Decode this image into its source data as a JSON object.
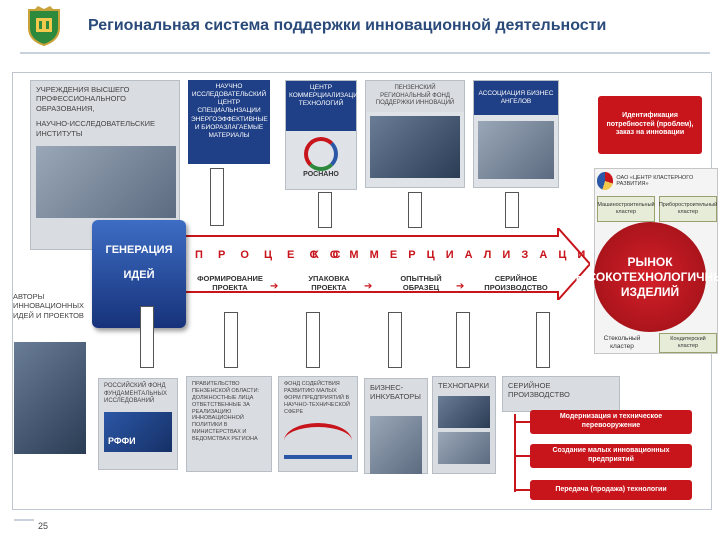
{
  "header": {
    "title": "Региональная система поддержки инновационной деятельности",
    "page_number": "25"
  },
  "top_boxes": {
    "universities": "Учреждения высшего профессионального образования,",
    "research_institutes": "Научно-исследовательские институты",
    "research_center": "Научно исследовательский центр специальнзации энергоэффективные и биоразлагаемые материалы",
    "commercialization_center": "Центр коммерциализации технологий",
    "rosnano": "РОСНАНО",
    "venture_fund": "Пензенский региональный фонд поддержки инноваций",
    "business_angels": "Ассоциация бизнес ангелов",
    "identification": "Идентификация потребностей (проблем), заказ на инновации"
  },
  "process": {
    "generation": "Генерация идей",
    "process_word": "П Р О Ц Е С С",
    "commercialization_word": "К О М М Е Р Ц И А Л И З А Ц И И",
    "stages": [
      "Формирование проекта",
      "Упаковка проекта",
      "Опытный образец",
      "Серийное производство"
    ]
  },
  "authors": "Авторы инновационных идей и проектов",
  "market": {
    "cluster_title": "ОАО «Центр кластерного развития»",
    "cluster_a": "Машиностроительный кластер",
    "cluster_b": "Приборостроительный кластер",
    "market_label": "Рынок высокотехнологичных изделий",
    "glass_cluster": "Стекольный кластер",
    "food_cluster": "Кондитерский кластер"
  },
  "bottom_boxes": {
    "rffi_desc": "Российский фонд фундаментальных исследований",
    "rffi": "РФФИ",
    "government": "Правительство Пензенской области: должностные лица ответственные за реализацию инновационной политики в министерствах и ведомствах региона",
    "fund_assist": "Фонд содействия развитию малых форм предприятий в научно-технической сфере",
    "incubators": "Бизнес-инкубаторы",
    "technoparks": "Технопарки",
    "serial": "Серийное производство"
  },
  "outcomes": [
    "Модернизация и техническое перевооружение",
    "Создание малых инновационных предприятий",
    "Передача (продажа) технологии"
  ]
}
